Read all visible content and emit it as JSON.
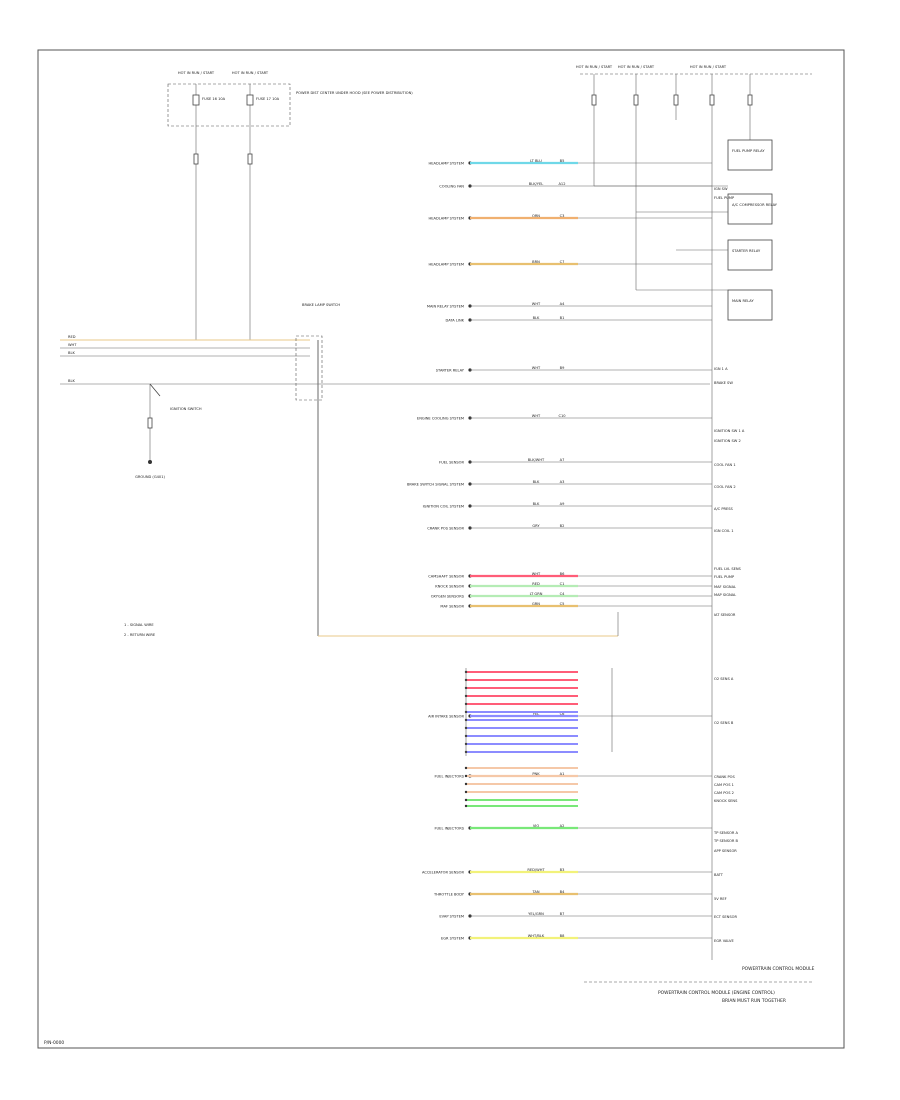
{
  "footer": {
    "code": "P/N-0000",
    "module": "POWERTRAIN CONTROL MODULE",
    "caption_1": "POWERTRAIN CONTROL MODULE (ENGINE CONTROL)",
    "caption_2": "BRIAN MUST RUN TOGETHER"
  },
  "legend": {
    "item_1": "1 - SIGNAL WIRE",
    "item_2": "2 - RETURN WIRE"
  },
  "top_left": {
    "fuse_1": "HOT IN\nRUN / START",
    "fuse_2": "HOT IN\nRUN / START",
    "fuse_1_id": "FUSE 16\n10A",
    "fuse_2_id": "FUSE 17\n10A",
    "box_label": "POWER DIST\nCENTER\nUNDER HOOD\n(SEE POWER\nDISTRIBUTION)"
  },
  "top_right": {
    "fuse_1": "HOT IN\nRUN / START",
    "fuse_2": "HOT IN\nRUN / START",
    "fuse_3": "HOT IN\nRUN / START"
  },
  "left": {
    "inputs": [
      "RED",
      "WHT",
      "BLK"
    ],
    "input_4": "BLK",
    "switch": "IGNITION SWITCH",
    "ground": "GROUND\n(G401)",
    "splice": "BRAKE LAMP SWITCH"
  },
  "relays": [
    "FUEL PUMP RELAY",
    "A/C COMPRESSOR RELAY",
    "STARTER RELAY",
    "MAIN RELAY"
  ],
  "right_labels": [
    "IGN SW",
    "FUEL PUMP",
    "IGN 1 A",
    "BRAKE SW",
    "IGNITION SW 1 A",
    "IGNITION SW 2",
    "COOL FAN 1",
    "COOL FAN 2",
    "A/C PRESS",
    "IGN COIL 1",
    "FUEL LVL SENS",
    "FUEL PUMP",
    "MAF SIGNAL",
    "MAP SIGNAL",
    "IAT SENSOR",
    "O2 SENS A",
    "O2 SENS B",
    "CRANK POS",
    "CAM POS 1",
    "CAM POS 2",
    "KNOCK SENS",
    "TP SENSOR A",
    "TP SENSOR B",
    "APP SENSOR",
    "BATT",
    "5V REF",
    "ECT SENSOR",
    "EGR VALVE"
  ],
  "connectors": [
    {
      "label": "HEADLAMP SYSTEM",
      "color": "LT BLU",
      "pin": "B5"
    },
    {
      "label": "COOLING FAN",
      "color": "BLK/YEL",
      "pin": "A12"
    },
    {
      "label": "HEADLAMP SYSTEM",
      "color": "ORN",
      "pin": "C3"
    },
    {
      "label": "HEADLAMP SYSTEM",
      "color": "BRN",
      "pin": "C7"
    },
    {
      "label": "MAIN RELAY SYSTEM",
      "color": "WHT",
      "pin": "A4"
    },
    {
      "label": "DATA LINK",
      "color": "BLK",
      "pin": "B1"
    },
    {
      "label": "STARTER RELAY",
      "color": "WHT",
      "pin": "B9"
    },
    {
      "label": "ENGINE COOLING SYSTEM",
      "color": "WHT",
      "pin": "C10"
    },
    {
      "label": "FUEL SENSOR",
      "color": "BLK/WHT",
      "pin": "A7"
    },
    {
      "label": "BRAKE SWITCH SIGNAL SYSTEM",
      "color": "BLK",
      "pin": "A3"
    },
    {
      "label": "IGNITION COIL SYSTEM",
      "color": "BLK",
      "pin": "A9"
    },
    {
      "label": "CRANK POS SENSOR",
      "color": "GRY",
      "pin": "B2"
    },
    {
      "label": "CAMSHAFT SENSOR",
      "color": "WHT",
      "pin": "B6"
    },
    {
      "label": "KNOCK SENSOR",
      "color": "RED",
      "pin": "C1"
    },
    {
      "label": "OXYGEN SENSORS",
      "color": "LT GRN",
      "pin": "C4"
    },
    {
      "label": "MAF SENSOR",
      "color": "GRN",
      "pin": "C5"
    },
    {
      "label": "AIR INTAKE SENSOR",
      "color": "YEL",
      "pin": "C6"
    },
    {
      "label": "FUEL INJECTORS",
      "color": "PNK",
      "pin": "A1"
    },
    {
      "label": "FUEL INJECTORS",
      "color": "VIO",
      "pin": "A2"
    },
    {
      "label": "ACCELERATOR SENSOR",
      "color": "RED/WHT",
      "pin": "B3"
    },
    {
      "label": "THROTTLE BODY",
      "color": "TAN",
      "pin": "B4"
    },
    {
      "label": "EVAP SYSTEM",
      "color": "YEL/GRN",
      "pin": "B7"
    },
    {
      "label": "EGR SYSTEM",
      "color": "WHT/BLK",
      "pin": "B8"
    }
  ],
  "colors": {
    "cyan": "#6fd8e8",
    "orange": "#f0b070",
    "tan": "#e8c070",
    "red": "#ff5d78",
    "blue": "#8c8cff",
    "green": "#79e879",
    "yellow": "#f2f27a",
    "peach": "#f5c8a8",
    "lgreen": "#b5ecb5"
  }
}
